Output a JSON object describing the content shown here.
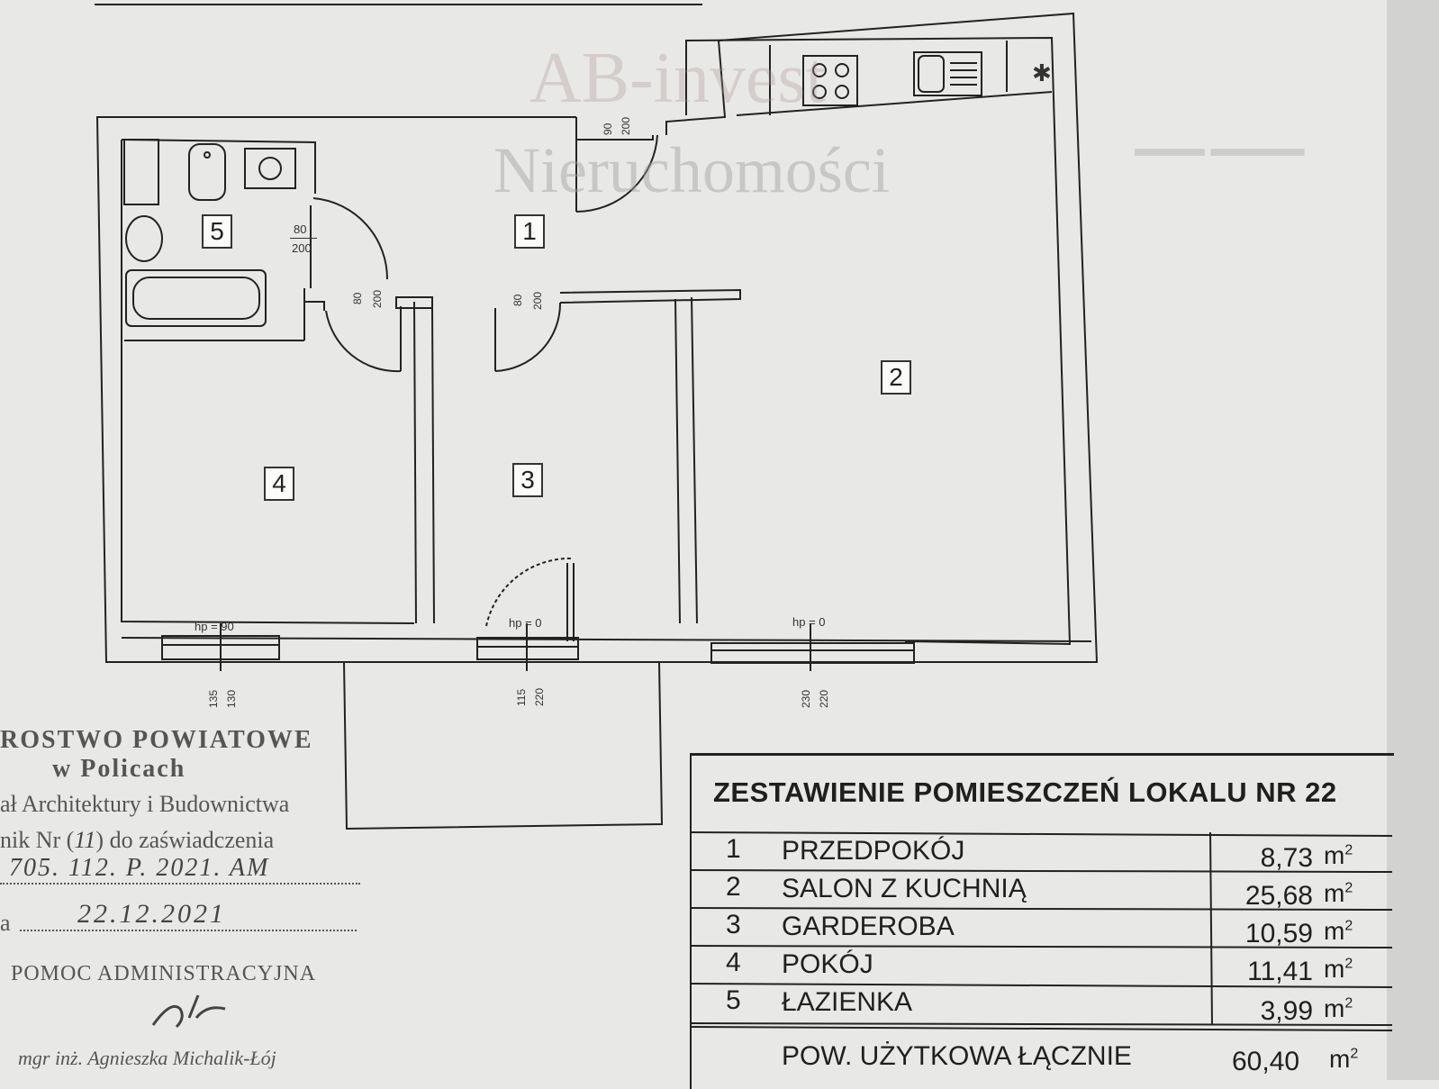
{
  "watermark": {
    "line1": "AB-invest",
    "line2": "Nieruchomości"
  },
  "rooms": [
    {
      "no": "1"
    },
    {
      "no": "2"
    },
    {
      "no": "3"
    },
    {
      "no": "4"
    },
    {
      "no": "5"
    }
  ],
  "doors": {
    "entry": [
      "90",
      "200"
    ],
    "bath": [
      "80",
      "200"
    ],
    "room4": [
      "80",
      "200"
    ],
    "room3": [
      "80",
      "200"
    ]
  },
  "sill_heights": {
    "room4": "hp = 90",
    "room3": "hp = 0",
    "room2": "hp = 0"
  },
  "window_dims": {
    "room4": [
      "135",
      "130"
    ],
    "room3": [
      "115",
      "220"
    ],
    "room2": [
      "230",
      "220"
    ]
  },
  "stamp": {
    "line1": "ROSTWO POWIATOWE",
    "line2": "w Policach",
    "line3": "ał Architektury i Budownictwa",
    "line4": "nik Nr (",
    "line4_hand": "11",
    "line4_end": ") do zaświadczenia",
    "line5_hand": "705. 112. P. 2021. AM",
    "line6_prefix": "a",
    "line6_hand": "22.12.2021",
    "line7": "POMOC ADMINISTRACYJNA",
    "line8": "mgr inż. Agnieszka Michalik-Łój"
  },
  "table": {
    "title": "ZESTAWIENIE POMIESZCZEŃ LOKALU NR 22",
    "unit": "m",
    "unit_sup": "2",
    "rows": [
      {
        "no": "1",
        "name": "PRZEDPOKÓJ",
        "area": "8,73"
      },
      {
        "no": "2",
        "name": "SALON Z KUCHNIĄ",
        "area": "25,68"
      },
      {
        "no": "3",
        "name": "GARDEROBA",
        "area": "10,59"
      },
      {
        "no": "4",
        "name": "POKÓJ",
        "area": "11,41"
      },
      {
        "no": "5",
        "name": "ŁAZIENKA",
        "area": "3,99"
      }
    ],
    "total_label": "POW. UŻYTKOWA ŁĄCZNIE",
    "total_area": "60,40"
  }
}
